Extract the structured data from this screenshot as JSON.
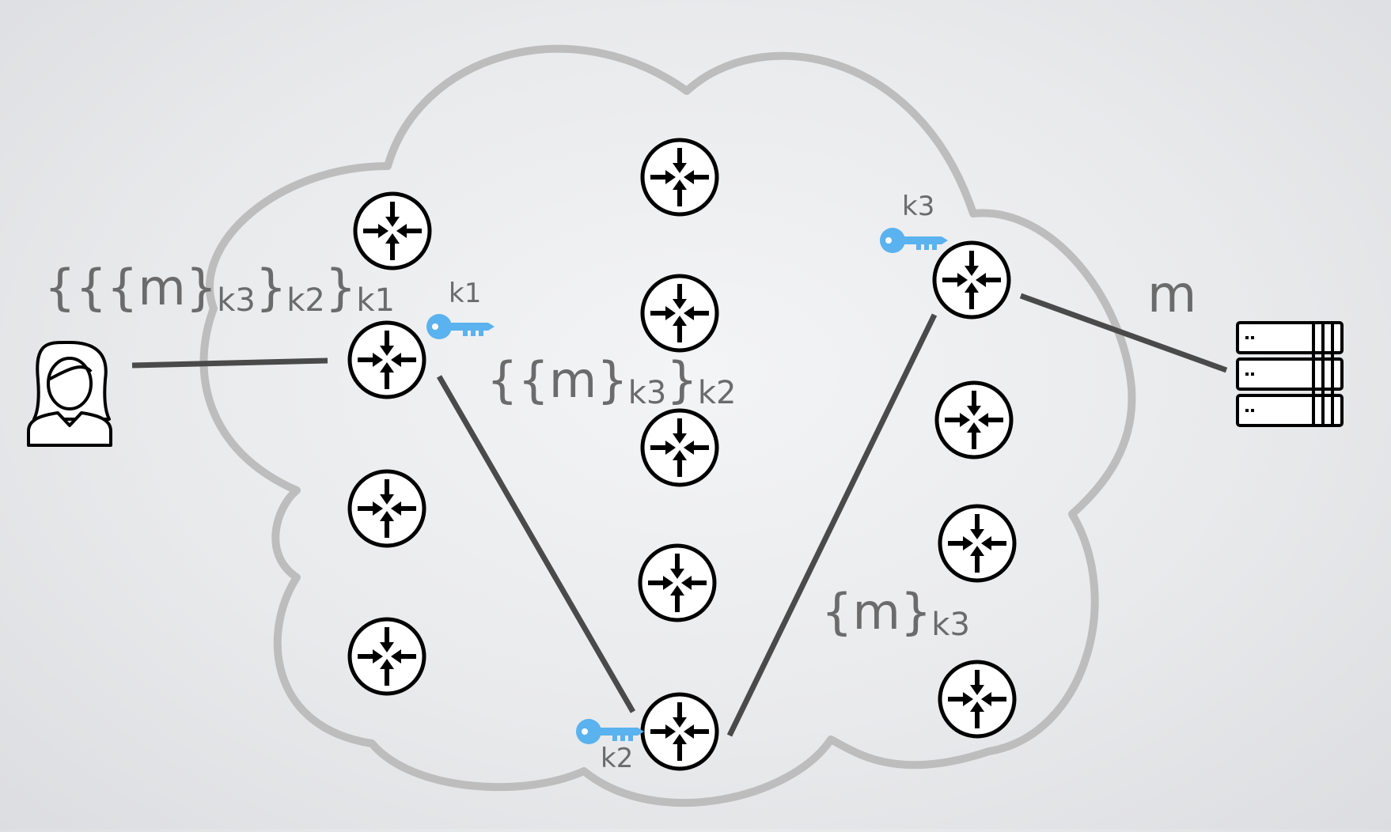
{
  "messages": {
    "at_client": {
      "open": "{{{m}",
      "k3": "k3",
      "mid1": "}",
      "k2": "k2",
      "mid2": "}",
      "k1": "k1"
    },
    "after_k1": {
      "open": "{{m}",
      "k3": "k3",
      "mid1": "}",
      "k2": "k2"
    },
    "after_k2": {
      "open": "{m}",
      "k3": "k3"
    },
    "plain": "m"
  },
  "keys": {
    "k1": "k1",
    "k2": "k2",
    "k3": "k3"
  },
  "icons": {
    "client": "user-icon",
    "server": "server-icon",
    "router": "router-icon",
    "key": "key-icon"
  },
  "colors": {
    "key": "#5ab2ee",
    "link": "#4a4a4a",
    "cloud": "#bdbdbd",
    "router": "#000000"
  }
}
